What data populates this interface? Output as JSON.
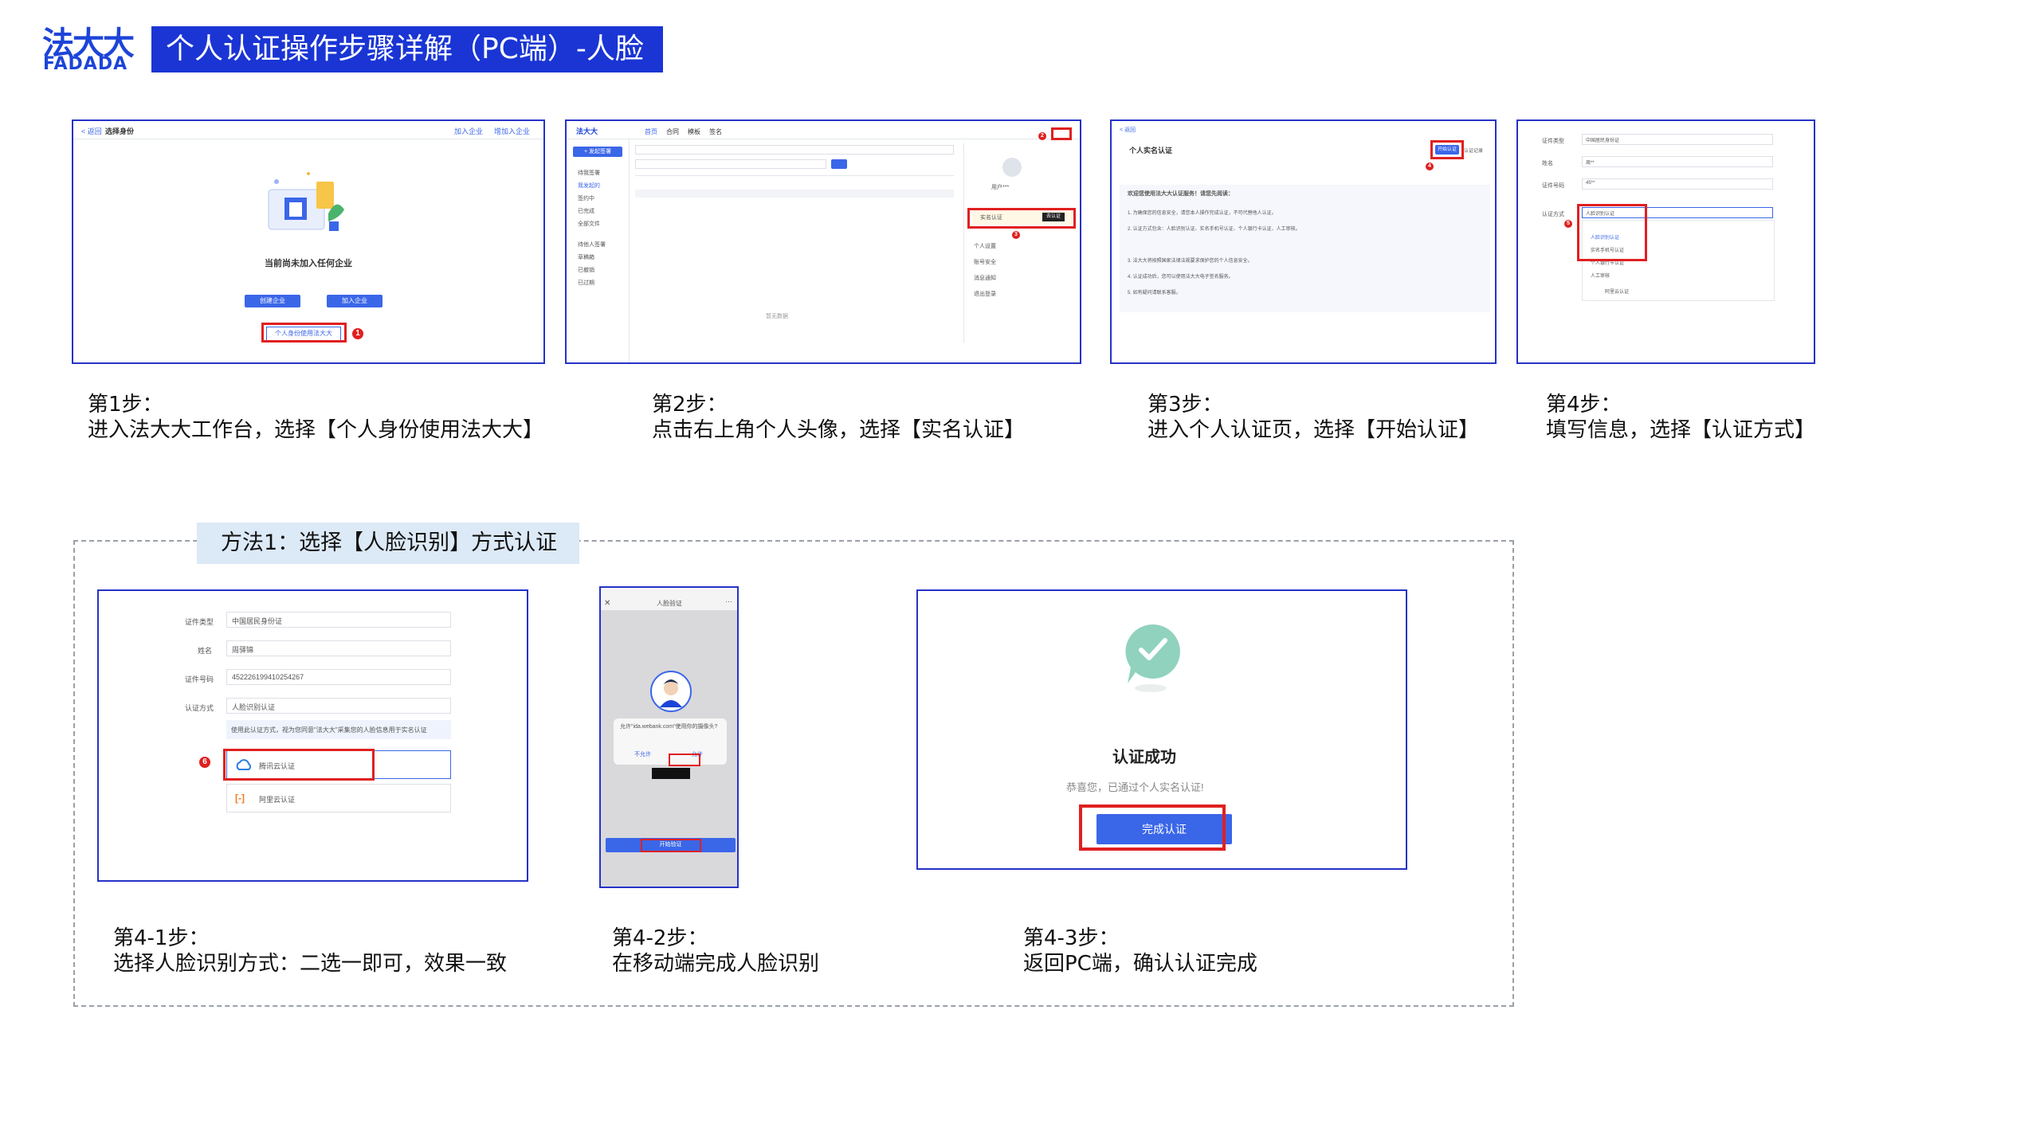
{
  "header": {
    "logo_cn": "法大大",
    "logo_en": "FADADA",
    "title": "个人认证操作步骤详解（PC端）-人脸识别"
  },
  "steps": [
    {
      "title": "第1步：",
      "desc": "进入法大大工作台，选择【个人身份使用法大大】"
    },
    {
      "title": "第2步：",
      "desc": "点击右上角个人头像，选择【实名认证】"
    },
    {
      "title": "第3步：",
      "desc": "进入个人认证页，选择【开始认证】"
    },
    {
      "title": "第4步：",
      "desc": "填写信息，选择【认证方式】"
    }
  ],
  "method": {
    "label": "方法1：选择【人脸识别】方式认证",
    "substeps": [
      {
        "title": "第4-1步：",
        "desc": "选择人脸识别方式：二选一即可，效果一致"
      },
      {
        "title": "第4-2步：",
        "desc": "在移动端完成人脸识别"
      },
      {
        "title": "第4-3步：",
        "desc": "返回PC端，确认认证完成"
      }
    ]
  },
  "shot1": {
    "back": "< 返回",
    "heading": "选择身份",
    "link1": "加入企业",
    "link2": "增加入企业",
    "empty_text": "当前尚未加入任何企业",
    "btn_create": "创建企业",
    "btn_join": "加入企业",
    "btn_personal": "个人身份使用法大大",
    "marker": "1"
  },
  "shot2": {
    "logo": "法大大",
    "nav": [
      "首页",
      "合同",
      "模板",
      "签名"
    ],
    "new_btn": "+ 发起签署",
    "sidebar": [
      "待我签署",
      "我发起的",
      "签约中",
      "已完成",
      "全部文件",
      "待他人签署",
      "草稿箱",
      "已撤销",
      "已过期"
    ],
    "user_name": "用户***",
    "realname_label": "实名认证",
    "realname_btn": "去认证",
    "markers": [
      "2",
      "3"
    ],
    "menu": [
      "个人设置",
      "账号安全",
      "消息通知",
      "退出登录"
    ],
    "footer": "暂无数据"
  },
  "shot3": {
    "back": "< 返回",
    "heading": "个人实名认证",
    "start_btn": "开始认证",
    "link": "认证记录",
    "marker": "4",
    "notice_title": "欢迎您使用法大大认证服务！请您先阅读：",
    "notice_lines": [
      "1. 为确保您的信息安全，请您本人操作完成认证，不可代替他人认证。",
      "2. 认证方式包含：人脸识别认证、实名手机号认证、个人银行卡认证、人工审核。",
      "3. 法大大将按照国家法律法规要求保护您的个人信息安全。",
      "4. 认证成功后，您可以使用法大大电子签名服务。",
      "5. 如有疑问请联系客服。"
    ]
  },
  "shot4": {
    "fields": [
      {
        "label": "证件类型",
        "value": "中国居民身份证"
      },
      {
        "label": "姓名",
        "value": "周**"
      },
      {
        "label": "证件号码",
        "value": "45**"
      },
      {
        "label": "认证方式",
        "value": "人脸识别认证"
      }
    ],
    "options": [
      "人脸识别认证",
      "实名手机号认证",
      "个人银行卡认证",
      "人工审核"
    ],
    "extra": "阿里云认证",
    "marker": "5"
  },
  "shot41": {
    "fields": [
      {
        "label": "证件类型",
        "value": "中国居民身份证"
      },
      {
        "label": "姓名",
        "value": "周驿锦"
      },
      {
        "label": "证件号码",
        "value": "452226199410254267"
      },
      {
        "label": "认证方式",
        "value": "人脸识别认证"
      }
    ],
    "hint": "使用此认证方式，视为您同意\"法大大\"采集您的人脸信息用于实名认证",
    "opt_tencent": "腾讯云认证",
    "opt_ali": "阿里云认证",
    "marker": "6"
  },
  "shot42": {
    "title": "人脸验证",
    "dialog_text": "允许\"ida.webank.com\"使用你的摄像头?",
    "deny": "不允许",
    "allow": "允许",
    "bottom_btn": "开始验证"
  },
  "shot43": {
    "success": "认证成功",
    "subtitle": "恭喜您，已通过个人实名认证!",
    "btn": "完成认证"
  }
}
